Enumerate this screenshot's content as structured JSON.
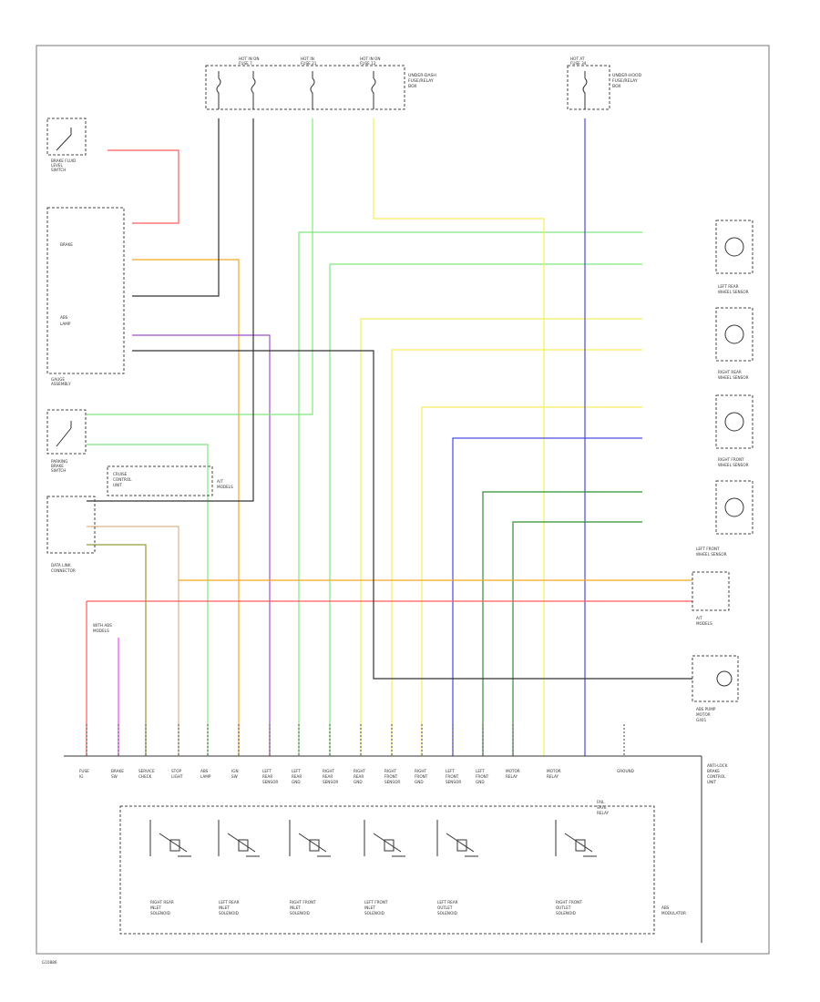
{
  "fuse_box": {
    "label_lines": [
      "UNDER-DASH",
      "FUSE/RELAY",
      "BOX"
    ],
    "fuses": [
      {
        "title": "HOT IN ON",
        "sub": "FUSE 7"
      },
      {
        "title": "HOT IN",
        "sub": "FUSE 21"
      },
      {
        "title": "HOT IN ON",
        "sub": "FUSE 12"
      }
    ]
  },
  "engine_fuse": {
    "title": "HOT AT",
    "sub": "FUSE 34",
    "label_lines": [
      "UNDER-HOOD",
      "FUSE/RELAY",
      "BOX"
    ]
  },
  "left_components": {
    "brake_switch": [
      "BRAKE FLUID",
      "LEVEL",
      "SWITCH"
    ],
    "gauge_assembly": [
      "GAUGE",
      "ASSEMBLY"
    ],
    "gauge_items": [
      "BRAKE",
      "ABS",
      "LAMP"
    ],
    "parking_switch": [
      "PARKING",
      "BRAKE",
      "SWITCH"
    ],
    "cruise_unit": [
      "CRUISE",
      "CONTROL",
      "UNIT"
    ],
    "tcm_note": [
      "A/T",
      "MODELS"
    ],
    "data_link": [
      "DATA LINK",
      "CONNECTOR"
    ],
    "data_link_note": [
      "WITH ABS",
      "MODELS"
    ]
  },
  "right_components": {
    "sensor_groups": [
      [
        "LEFT REAR",
        "WHEEL SENSOR"
      ],
      [
        "RIGHT REAR",
        "WHEEL SENSOR"
      ],
      [
        "RIGHT FRONT",
        "WHEEL SENSOR"
      ],
      [
        "LEFT FRONT",
        "WHEEL SENSOR"
      ]
    ],
    "connector": [
      "A/T",
      "MODELS"
    ],
    "pump": [
      "ABS PUMP",
      "MOTOR"
    ],
    "ground": [
      "G401"
    ]
  },
  "ecu_pins": [
    [
      "FUSE",
      "IG"
    ],
    [
      "BRAKE",
      "SW"
    ],
    [
      "SERVICE",
      "CHECK"
    ],
    [
      "STOP",
      "LIGHT"
    ],
    [
      "ABS",
      "LAMP"
    ],
    [
      "IGN",
      "SW"
    ],
    [
      "LEFT",
      "REAR",
      "SENSOR"
    ],
    [
      "LEFT",
      "REAR",
      "GND"
    ],
    [
      "RIGHT",
      "REAR",
      "SENSOR"
    ],
    [
      "RIGHT",
      "REAR",
      "GND"
    ],
    [
      "RIGHT",
      "FRONT",
      "SENSOR"
    ],
    [
      "RIGHT",
      "FRONT",
      "GND"
    ],
    [
      "LEFT",
      "FRONT",
      "SENSOR"
    ],
    [
      "LEFT",
      "FRONT",
      "GND"
    ],
    [
      "MOTOR",
      "RELAY"
    ],
    [
      "GROUND"
    ]
  ],
  "ecu_side_label": [
    "ANTI-LOCK",
    "BRAKE",
    "CONTROL",
    "UNIT"
  ],
  "modulator": {
    "label_lines": [
      "ABS",
      "MODULATOR"
    ],
    "valves": [
      [
        "RIGHT REAR",
        "INLET",
        "SOLENOID"
      ],
      [
        "LEFT REAR",
        "INLET",
        "SOLENOID"
      ],
      [
        "RIGHT FRONT",
        "INLET",
        "SOLENOID"
      ],
      [
        "LEFT FRONT",
        "INLET",
        "SOLENOID"
      ],
      [
        "LEFT REAR",
        "OUTLET",
        "SOLENOID"
      ],
      [
        "RIGHT FRONT",
        "OUTLET",
        "SOLENOID"
      ]
    ],
    "relay_label": [
      "MOTOR",
      "RELAY"
    ],
    "fail_label": [
      "FAIL",
      "SAFE",
      "RELAY"
    ]
  },
  "footer_code": "G10886",
  "wire_colors": {
    "red": "#ff5a5a",
    "orange": "#f5a623",
    "purple": "#a050c8",
    "green": "#7ee87e",
    "yellow": "#f5ee5a",
    "blue": "#4a4ae0",
    "darkgreen": "#2f8f2f",
    "magenta": "#ff40ff",
    "olive": "#9b9b3a",
    "tan": "#d8b48a",
    "black": "#333333"
  }
}
